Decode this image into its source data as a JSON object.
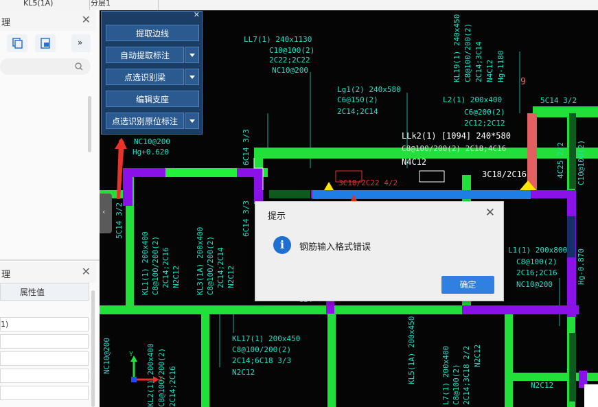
{
  "tabs": {
    "tab1": "KL5(1A)",
    "tab2": "分层1"
  },
  "left_panel": {
    "top_title": "理",
    "props_title": "理",
    "props_col_header": "属性值",
    "prop_row_1": "1)"
  },
  "float_panel": {
    "extract_edge": "提取边线",
    "auto_extract_label": "自动提取标注",
    "pick_identify_beam": "点选识别梁",
    "edit_support": "编辑支座",
    "pick_identify_origin": "点选识别原位标注"
  },
  "dialog": {
    "title": "提示",
    "message": "钢筋输入格式错误",
    "ok_label": "确定"
  },
  "cad": {
    "ll7": "LL7(1) 240x1130",
    "ll7_s1": "C10@100(2)",
    "ll7_s2": "2C22;2C22",
    "ll7_s3": "NC10@200",
    "lg1": "Lg1(2) 240x580",
    "lg1_s1": "C6@150(2)",
    "lg1_s2": "2C14;2C14",
    "l2": "L2(1) 200x400",
    "l2_s1": "C6@200(2)",
    "l2_s2": "2C12;2C12",
    "llk2": "LLk2(1) [1094] 240*580",
    "llk2_s1": "C8@100/200(2) 2C18;4C16",
    "llk2_s2": "N4C12",
    "red_label": "3C18/2C22 4/2",
    "white_label": "3C18/2C16",
    "label_5c14": "5C14 3/2",
    "nc10": "NC10@200",
    "hg": "Hg+0.620",
    "label_6c14": "6C14 3/3",
    "kl1": "KL1(1) 200x400",
    "kl1_s1": "C8@100/200(2)",
    "kl1_s2": "2C14;2C16",
    "kl1_s3": "N2C12",
    "kl3": "KL3(1A) 200x400",
    "kl3_s1": "C8@100/200(2)",
    "kl3_s2": "2C14;2C14",
    "kl3_s3": "N2C12",
    "kl17": "KL17(1) 200x450",
    "kl17_s1": "C8@100/200(2)",
    "kl17_s2": "2C14;6C18 3/3",
    "kl17_s3": "N2C12",
    "l1": "L1(1) 200x800",
    "l1_s1": "C8@100(2)",
    "l1_s2": "2C16;2C16",
    "l1_s3": "NC10@200",
    "kl5": "KL5(1A) 200x450",
    "kl7": "L7(1) 200x400",
    "kl7_s1": "C8@100(2)",
    "kl7_s2": "2C14;3C18 2/2",
    "kl7_s3": "N2C12",
    "kl19": "KL19(1) 240x450",
    "kl19_s1": "C8@100/200(2)",
    "kl19_s2": "2C14;3C14",
    "kl19_s3": "N4C12",
    "kl19_s4": "Hg-1180",
    "hg2": "Hg-0.870",
    "g_label": "9",
    "n2c12": "N2C12",
    "c14": "C14",
    "label_4c25": "4C25 2/2",
    "c10": "C10@100(2)",
    "kl2": "KL2(1) 200x400",
    "kl2_s1": "C8@100/200(2)",
    "kl2_s2": "2C14;2C16",
    "axis_y": "Y",
    "axis_x": "X"
  },
  "colors": {
    "beam_green": "#22e03a",
    "beam_purple": "#8a11e8",
    "selected_blue": "#1f7ee6",
    "annotation_cyan": "#1ee0c8",
    "panel_blue": "#1c3e66"
  }
}
